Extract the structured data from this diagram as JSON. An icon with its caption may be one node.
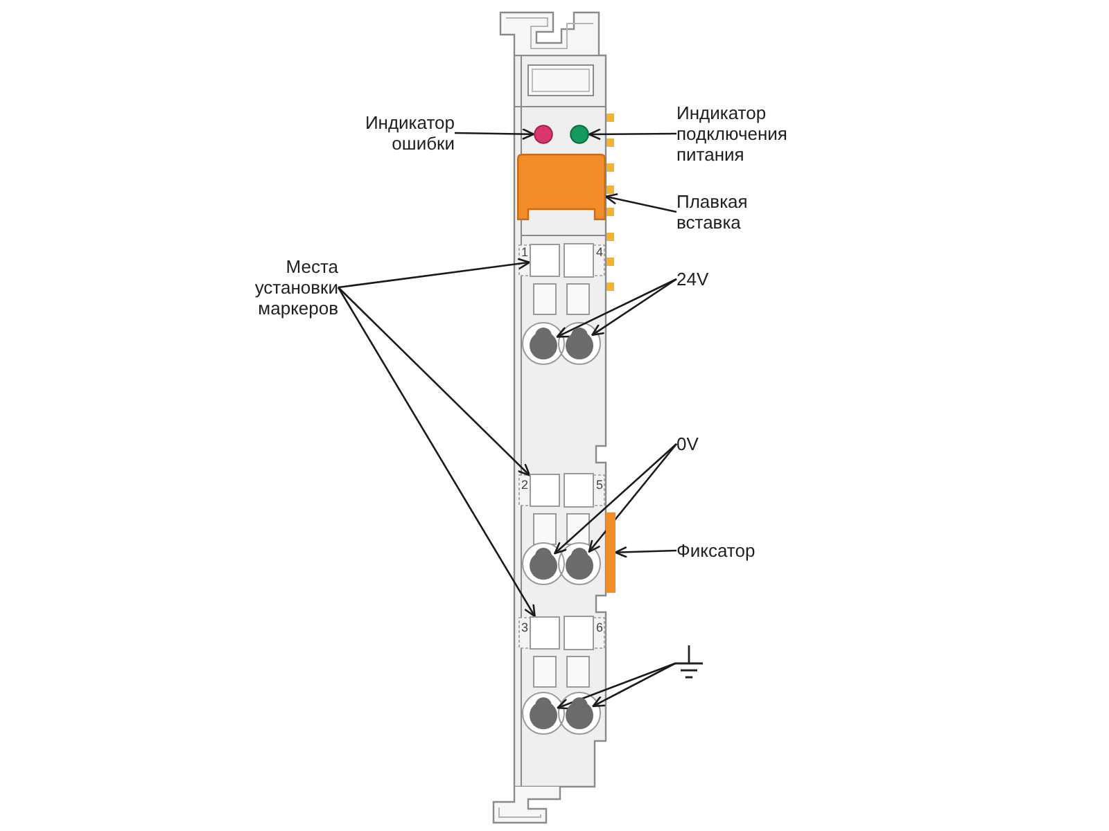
{
  "diagram": {
    "nodes": [
      {
        "text": [
          "Индикатор ошибки"
        ]
      },
      {
        "text": [],
        "shape": "circle"
      },
      {
        "text": [
          "Индикатор подключения питания"
        ]
      },
      {
        "text": [],
        "shape": "circle"
      },
      {
        "text": [
          "Плавкая вставка"
        ]
      },
      {
        "text": [],
        "shape": "box"
      },
      {
        "text": [
          "Места установки маркеров"
        ]
      },
      {
        "text": [],
        "shape": "box"
      },
      {
        "text": [],
        "shape": "box"
      },
      {
        "text": [],
        "shape": "box"
      },
      {
        "text": [
          "24V"
        ]
      },
      {
        "text": [],
        "shape": "circle"
      },
      {
        "text": [],
        "shape": "circle"
      },
      {
        "text": [
          "0V"
        ]
      },
      {
        "text": [],
        "shape": "circle"
      },
      {
        "text": [],
        "shape": "circle"
      },
      {
        "text": [
          "Фиксатор"
        ]
      },
      {
        "text": [],
        "shape": "bar"
      },
      {
        "text": [],
        "shape": "picture"
      },
      {
        "text": [],
        "shape": "circle"
      },
      {
        "text": [],
        "shape": "circle"
      }
    ],
    "edges": [
      {
        "from": 0,
        "to": 1,
        "arrow": "to"
      },
      {
        "from": 2,
        "to": 3,
        "arrow": "to"
      },
      {
        "from": 4,
        "to": 5,
        "arrow": "to"
      },
      {
        "from": 6,
        "to": 7,
        "arrow": "to"
      },
      {
        "from": 6,
        "to": 8,
        "arrow": "to"
      },
      {
        "from": 6,
        "to": 9,
        "arrow": "to"
      },
      {
        "from": 10,
        "to": 11,
        "arrow": "to"
      },
      {
        "from": 10,
        "to": 12,
        "arrow": "to"
      },
      {
        "from": 13,
        "to": 14,
        "arrow": "to"
      },
      {
        "from": 13,
        "to": 15,
        "arrow": "to"
      },
      {
        "from": 16,
        "to": 17,
        "arrow": "to"
      },
      {
        "from": 18,
        "to": 19,
        "arrow": "to"
      },
      {
        "from": 18,
        "to": 20,
        "arrow": "to"
      }
    ],
    "labels": [
      "1",
      "4",
      "2",
      "5",
      "3",
      "6"
    ]
  }
}
